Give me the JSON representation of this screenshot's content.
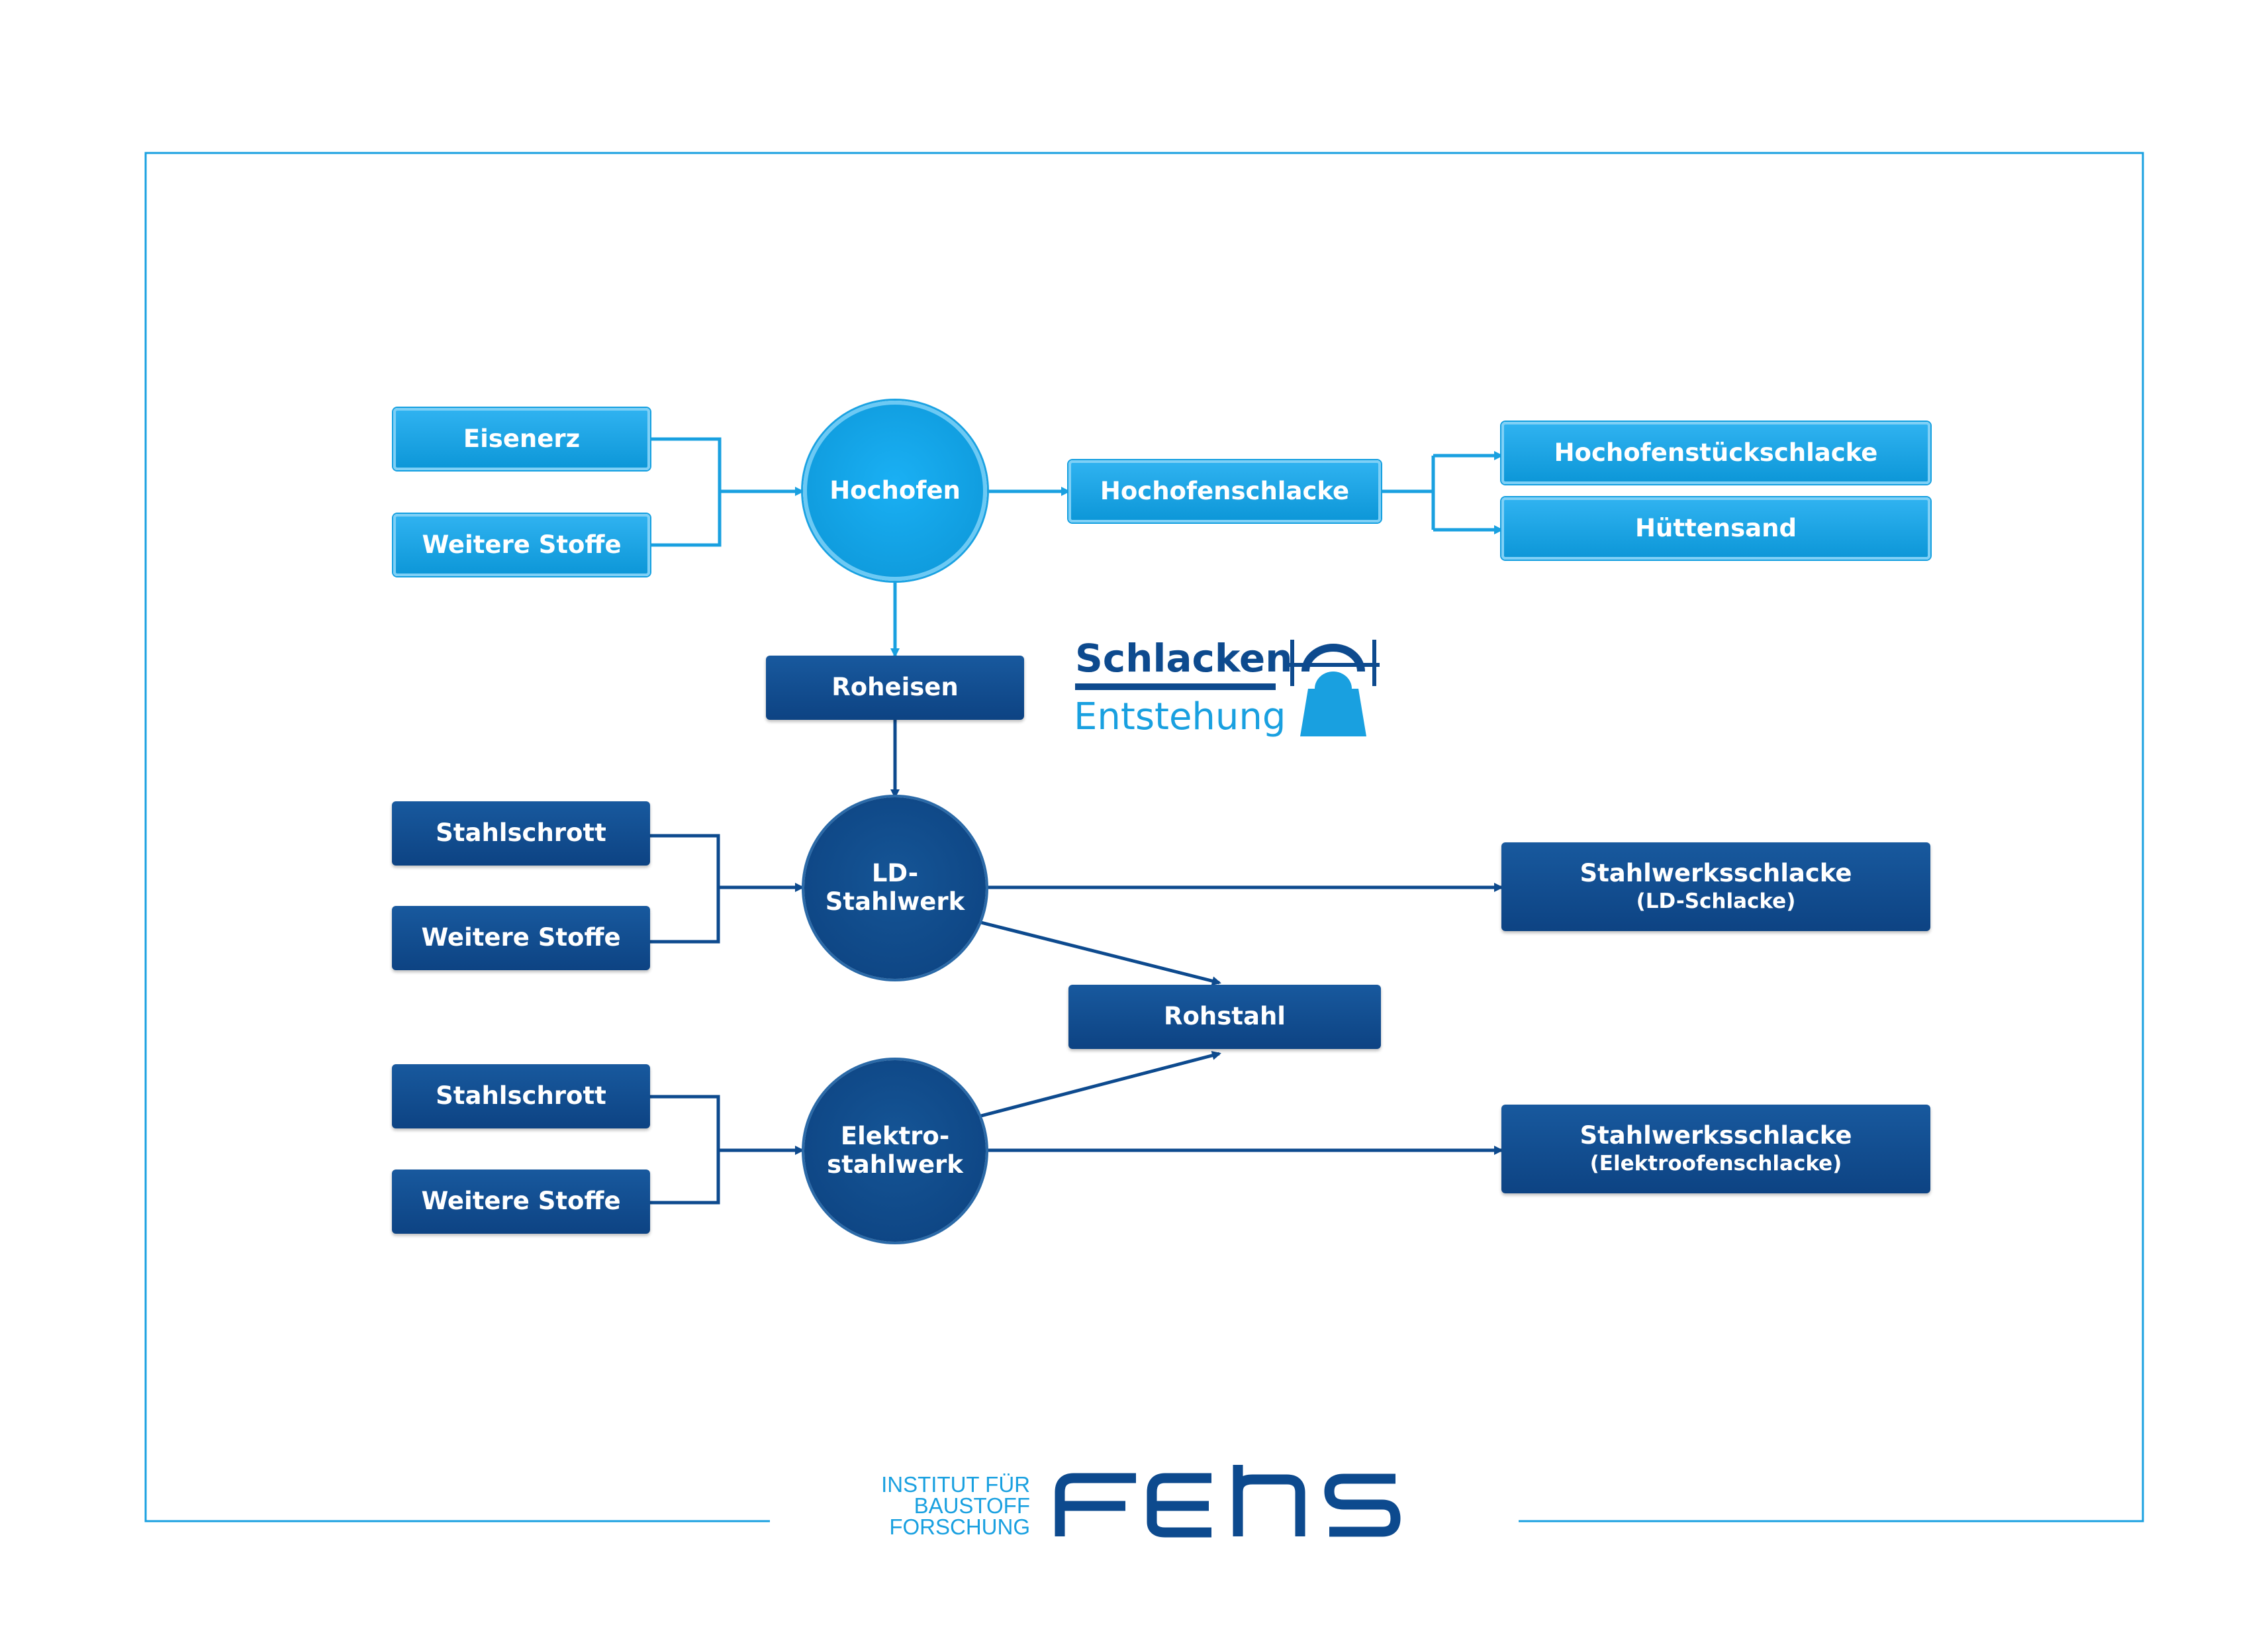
{
  "colors": {
    "light_blue": "#0d9fe3",
    "dark_blue": "#0d4a8e",
    "frame": "#19a0e0"
  },
  "nodes": {
    "eisenerz": "Eisenerz",
    "weitere_stoffe_1": "Weitere Stoffe",
    "hochofen": "Hochofen",
    "hochofenschlacke": "Hochofenschlacke",
    "hochofenstueckschlacke": "Hochofenstückschlacke",
    "huettensand": "Hüttensand",
    "roheisen": "Roheisen",
    "stahlschrott_1": "Stahlschrott",
    "weitere_stoffe_2": "Weitere Stoffe",
    "ld_line1": "LD-",
    "ld_line2": "Stahlwerk",
    "stahlwerksschlacke_ld": "Stahlwerksschlacke",
    "stahlwerksschlacke_ld_sub": "(LD-Schlacke)",
    "rohstahl": "Rohstahl",
    "stahlschrott_2": "Stahlschrott",
    "weitere_stoffe_3": "Weitere Stoffe",
    "elektro_line1": "Elektro-",
    "elektro_line2": "stahlwerk",
    "stahlwerksschlacke_eo": "Stahlwerksschlacke",
    "stahlwerksschlacke_eo_sub": "(Elektroofenschlacke)"
  },
  "badge": {
    "line1": "Schlacken",
    "line2": "Entstehung",
    "icon": "slag-ladle-icon"
  },
  "footer": {
    "institute_line1": "INSTITUT FÜR",
    "institute_line2": "BAUSTOFF",
    "institute_line3": "FORSCHUNG",
    "logo": "FEhS"
  }
}
